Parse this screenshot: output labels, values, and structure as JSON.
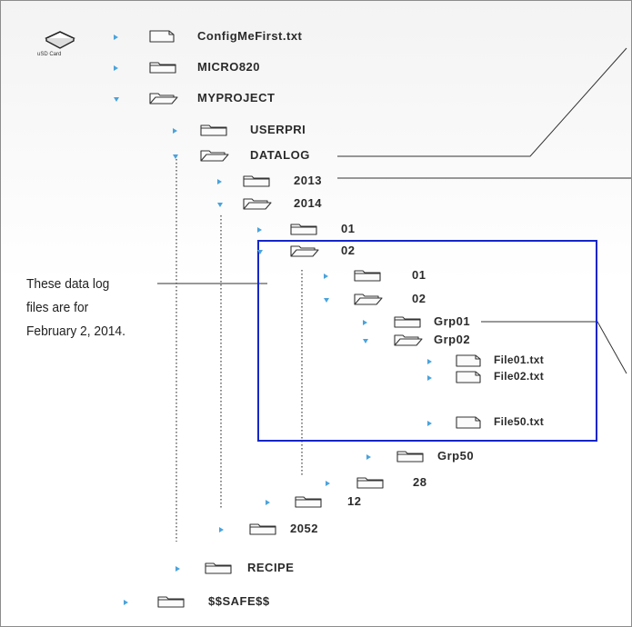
{
  "sd_card": {
    "icon": "sd-card-icon",
    "caption": "uSD Card"
  },
  "note": {
    "line1": "These data log",
    "line2": "files are for",
    "line3": "February 2, 2014."
  },
  "tree": [
    {
      "id": "configmefirst",
      "label": "ConfigMeFirst.txt",
      "type": "file",
      "expanded": false
    },
    {
      "id": "micro820",
      "label": "MICRO820",
      "type": "folder",
      "expanded": false
    },
    {
      "id": "myproject",
      "label": "MYPROJECT",
      "type": "folder",
      "expanded": true
    },
    {
      "id": "userpri",
      "label": "USERPRI",
      "type": "folder",
      "expanded": false
    },
    {
      "id": "datalog",
      "label": "DATALOG",
      "type": "folder",
      "expanded": true
    },
    {
      "id": "y2013",
      "label": "2013",
      "type": "folder",
      "expanded": false
    },
    {
      "id": "y2014",
      "label": "2014",
      "type": "folder",
      "expanded": true
    },
    {
      "id": "m01",
      "label": "01",
      "type": "folder",
      "expanded": false
    },
    {
      "id": "m02",
      "label": "02",
      "type": "folder",
      "expanded": true
    },
    {
      "id": "d01",
      "label": "01",
      "type": "folder",
      "expanded": false
    },
    {
      "id": "d02",
      "label": "02",
      "type": "folder",
      "expanded": true
    },
    {
      "id": "grp01",
      "label": "Grp01",
      "type": "folder",
      "expanded": false
    },
    {
      "id": "grp02",
      "label": "Grp02",
      "type": "folder",
      "expanded": true
    },
    {
      "id": "file01",
      "label": "File01.txt",
      "type": "file",
      "expanded": false
    },
    {
      "id": "file02",
      "label": "File02.txt",
      "type": "file",
      "expanded": false
    },
    {
      "id": "file50",
      "label": "File50.txt",
      "type": "file",
      "expanded": false
    },
    {
      "id": "grp50",
      "label": "Grp50",
      "type": "folder",
      "expanded": false
    },
    {
      "id": "d28",
      "label": "28",
      "type": "folder",
      "expanded": false
    },
    {
      "id": "m12",
      "label": "12",
      "type": "folder",
      "expanded": false
    },
    {
      "id": "y2052",
      "label": "2052",
      "type": "folder",
      "expanded": false
    },
    {
      "id": "recipe",
      "label": "RECIPE",
      "type": "folder",
      "expanded": false
    },
    {
      "id": "safe",
      "label": "$$SAFE$$",
      "type": "folder",
      "expanded": false
    }
  ],
  "colors": {
    "expander": "#4aa3dc",
    "selection_box": "#1426c8",
    "text": "#2b2b2b",
    "line": "#333333"
  }
}
